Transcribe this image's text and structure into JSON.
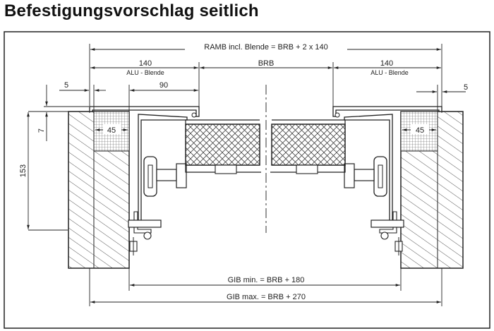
{
  "title": "Befestigungsvorschlag seitlich",
  "dimensions": {
    "ramb": "RAMB incl. Blende = BRB + 2 x 140",
    "left_140": "140",
    "left_alu": "ALU - Blende",
    "brb": "BRB",
    "right_140": "140",
    "right_alu": "ALU - Blende",
    "left_5": "5",
    "left_90": "90",
    "right_5": "5",
    "left_45": "45",
    "right_45": "45",
    "v_7": "7",
    "v_153": "153",
    "gib_min": "GIB min. = BRB + 180",
    "gib_max": "GIB max. = BRB + 270"
  },
  "colors": {
    "line": "#222222",
    "hatch": "#555555",
    "bg": "#ffffff"
  }
}
